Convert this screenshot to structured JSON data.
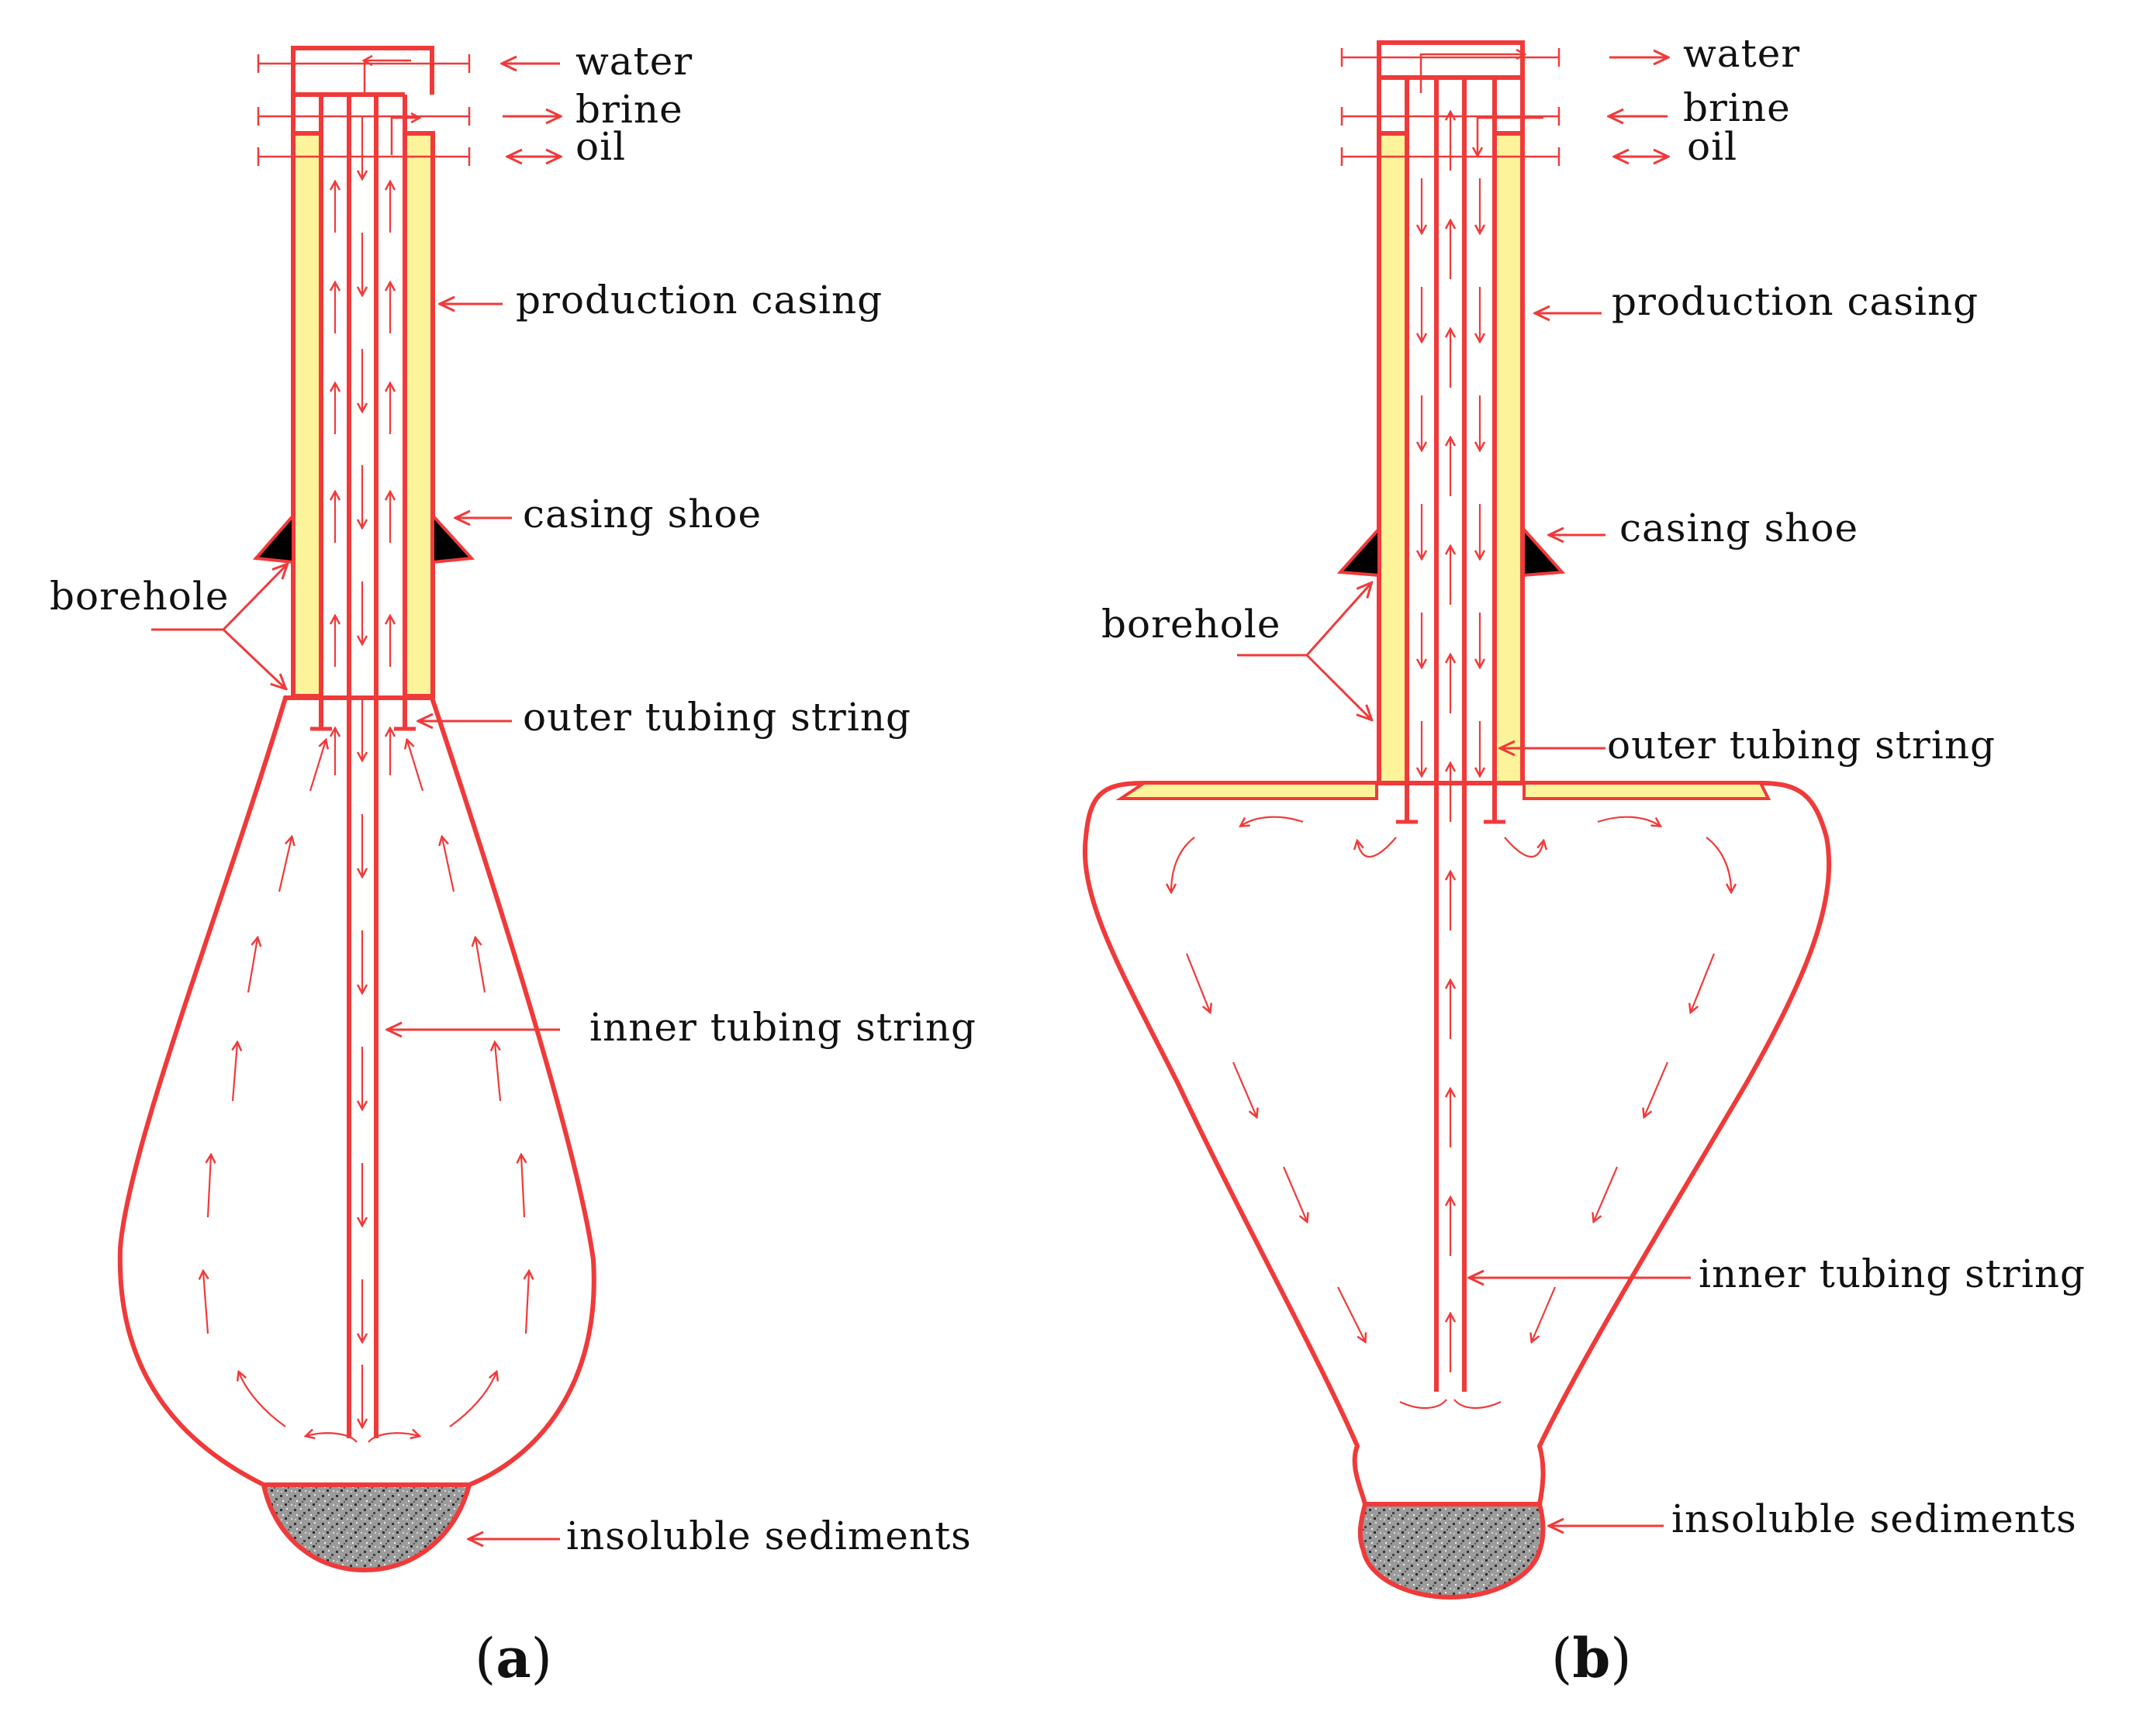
{
  "colors": {
    "line": "#f03a3a",
    "fill": "#fdf39a",
    "shoe": "#000000",
    "sediment": "#9a9a9a",
    "text": "#111111"
  },
  "panel_a": {
    "labels": {
      "water": "water",
      "brine": "brine",
      "oil": "oil",
      "production_casing": "production casing",
      "casing_shoe": "casing shoe",
      "borehole": "borehole",
      "outer_tubing": "outer tubing string",
      "inner_tubing": "inner tubing string",
      "sediments": "insoluble sediments"
    },
    "caption_letter": "a"
  },
  "panel_b": {
    "labels": {
      "water": "water",
      "brine": "brine",
      "oil": "oil",
      "production_casing": "production casing",
      "casing_shoe": "casing shoe",
      "borehole": "borehole",
      "outer_tubing": "outer tubing string",
      "inner_tubing": "inner tubing string",
      "sediments": "insoluble sediments"
    },
    "caption_letter": "b"
  },
  "caption_open": "(",
  "caption_close": ")"
}
